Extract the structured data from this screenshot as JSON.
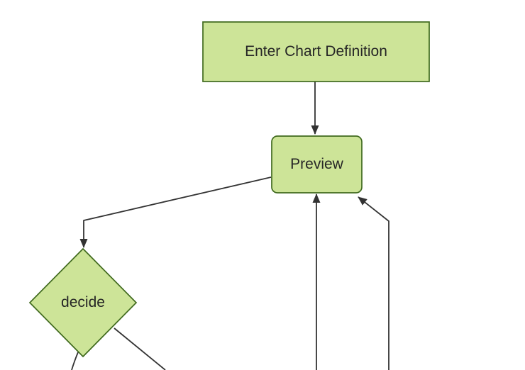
{
  "diagram": {
    "type": "flowchart",
    "direction": "top-down",
    "theme": {
      "canvas_background": "#ffffff",
      "node_fill": "#cde498",
      "node_border": "#406a1e",
      "edge_color": "#333333",
      "text_color": "#262626"
    },
    "nodes": [
      {
        "id": "enter-chart-definition",
        "label": "Enter Chart Definition",
        "shape": "rectangle"
      },
      {
        "id": "preview",
        "label": "Preview",
        "shape": "rounded-rectangle"
      },
      {
        "id": "decide",
        "label": "decide",
        "shape": "diamond"
      }
    ],
    "edges": [
      {
        "from": "enter-chart-definition",
        "to": "preview",
        "arrow": true
      },
      {
        "from": "preview",
        "to": "decide",
        "arrow": true
      },
      {
        "from": "offscreen-bottom",
        "to": "preview",
        "arrow": true
      },
      {
        "from": "offscreen-bottom-right",
        "to": "preview",
        "arrow": true
      },
      {
        "from": "decide",
        "to": "offscreen-bottom-left",
        "arrow": false
      },
      {
        "from": "decide",
        "to": "offscreen-bottom-right",
        "arrow": false
      }
    ]
  }
}
